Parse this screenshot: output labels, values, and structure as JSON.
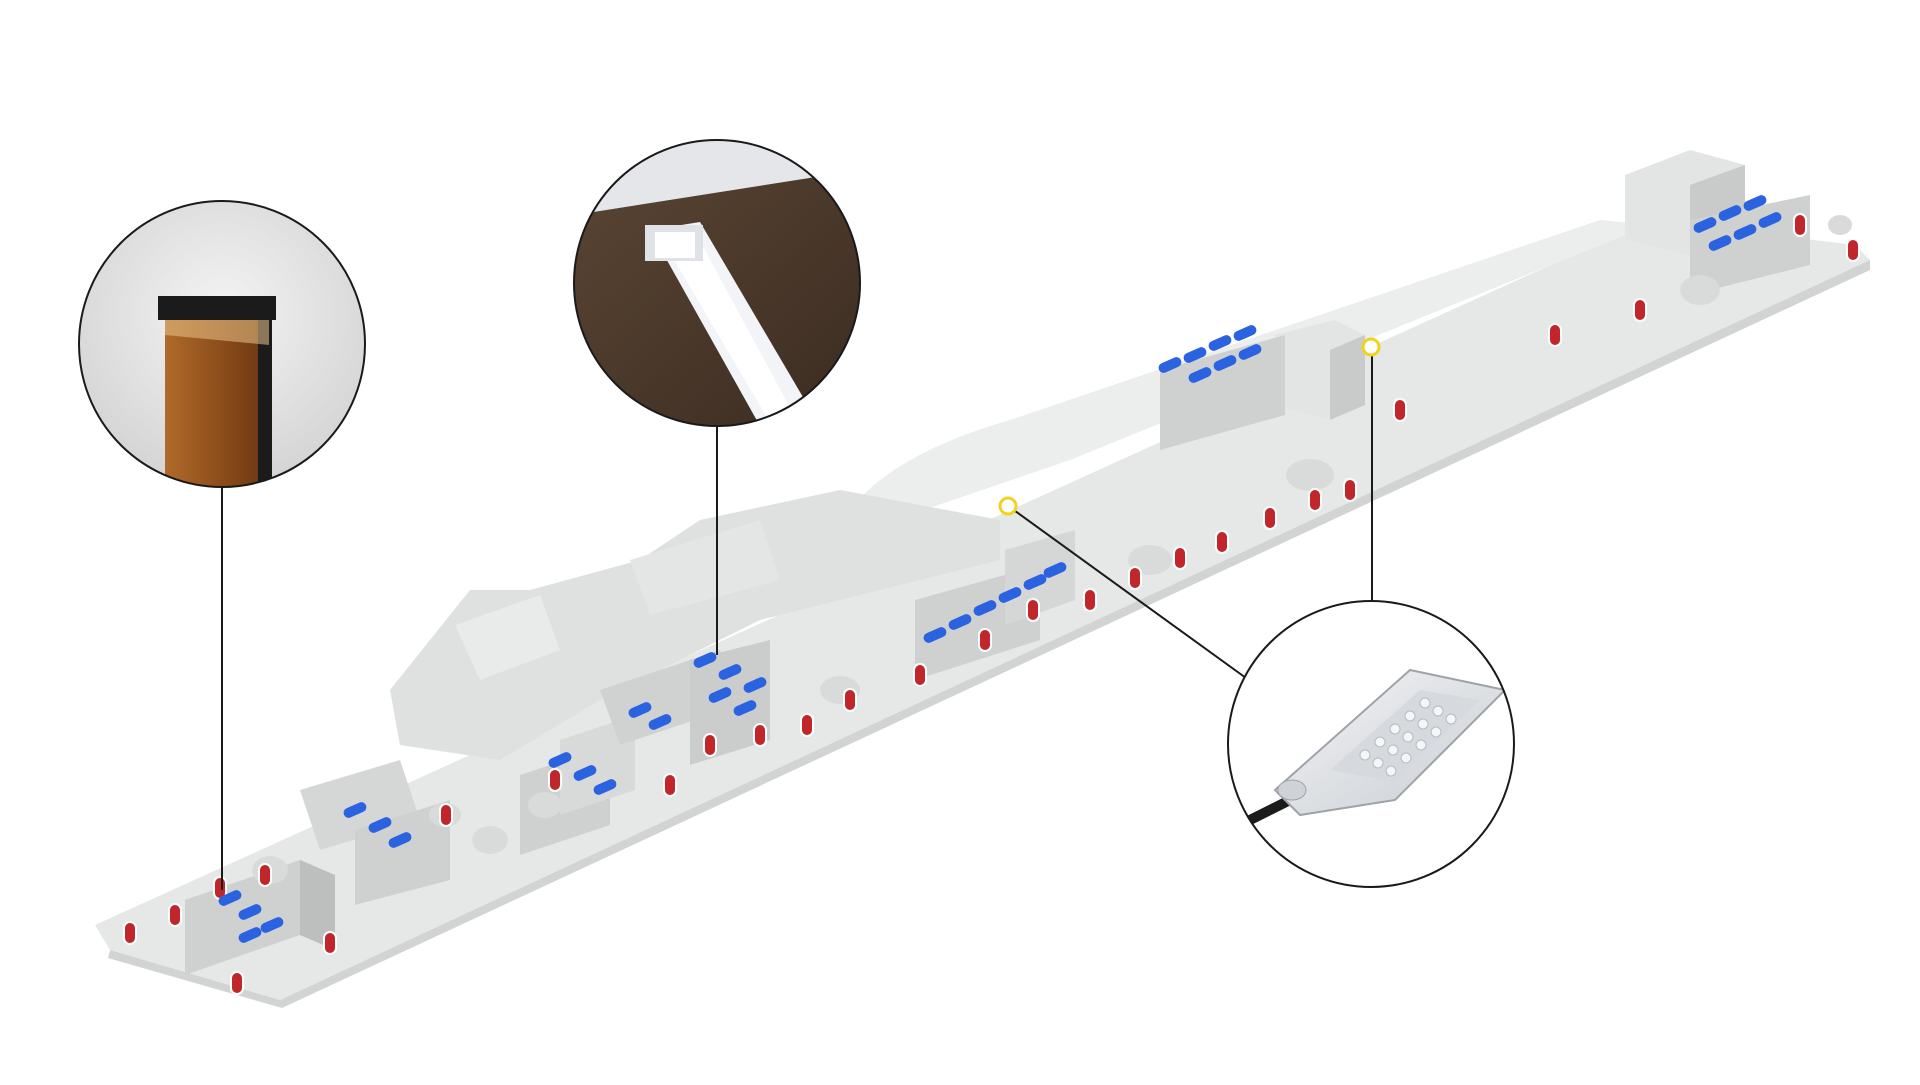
{
  "colors": {
    "background": "#ffffff",
    "ground": "#e6e8e7",
    "ground_edge": "#d2d4d3",
    "building": "#dfe0e0",
    "building_shade": "#c9cbcb",
    "pergola": "#cfd1d1",
    "tree": "#d9dbdb",
    "bollard_marker": "#c0262a",
    "panel_marker": "#2a62e0",
    "street_light_marker": "#f2d21c",
    "leader_line": "#1a1a1a",
    "wood": "#9a5a24",
    "wood_dark": "#6e3c14",
    "cap": "#1b1b1b",
    "floor_wood": "#4d3a2c",
    "led_profile": "#f2f4f7",
    "lamp_body": "#e2e5e8"
  },
  "legend_callouts": [
    {
      "id": "wooden-bollard-light",
      "detail_icon": "wooden-bollard-icon",
      "marker_type": "bollard_marker"
    },
    {
      "id": "recessed-led-profile",
      "detail_icon": "led-profile-icon",
      "marker_type": "panel_marker"
    },
    {
      "id": "street-light",
      "detail_icon": "street-lamp-icon",
      "marker_type": "street_light_marker"
    }
  ]
}
